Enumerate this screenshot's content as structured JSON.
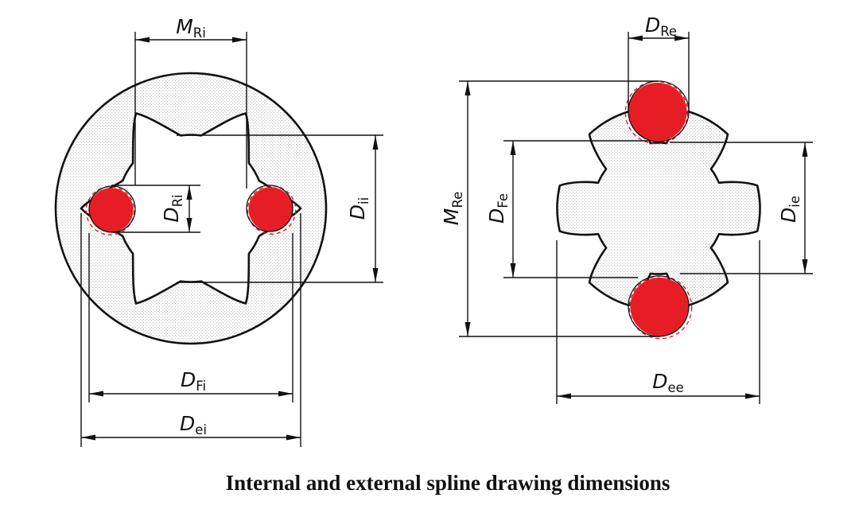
{
  "figure": {
    "caption": "Internal and external spline drawing dimensions",
    "colors": {
      "ball_red": "#e71d25",
      "ball_dash_red": "#d8121b",
      "line_black": "#111111",
      "stipple_gray": "#c6c6c6",
      "background": "#ffffff"
    },
    "labels": {
      "m_ri": {
        "main": "M",
        "sub": "Ri"
      },
      "d_ri": {
        "main": "D",
        "sub": "Ri"
      },
      "d_ii": {
        "main": "D",
        "sub": "ii"
      },
      "d_fi": {
        "main": "D",
        "sub": "Fi"
      },
      "d_ei": {
        "main": "D",
        "sub": "ei"
      },
      "d_re": {
        "main": "D",
        "sub": "Re"
      },
      "m_re": {
        "main": "M",
        "sub": "Re"
      },
      "d_fe": {
        "main": "D",
        "sub": "Fe"
      },
      "d_ie": {
        "main": "D",
        "sub": "ie"
      },
      "d_ee": {
        "main": "D",
        "sub": "ee"
      }
    }
  }
}
